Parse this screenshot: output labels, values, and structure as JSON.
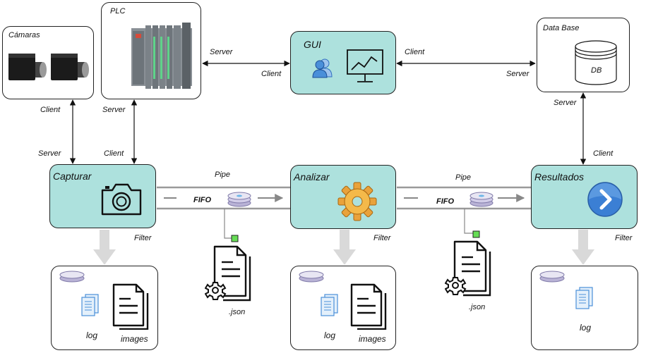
{
  "nodes": {
    "camaras": "Cámaras",
    "plc": "PLC",
    "gui": "GUI",
    "database": "Data Base",
    "db": "DB",
    "capturar": "Capturar",
    "analizar": "Analizar",
    "resultados": "Resultados"
  },
  "edges": {
    "cam_client": "Client",
    "cam_server": "Server",
    "plc_server": "Server",
    "plc_client": "Client",
    "plcgui_server": "Server",
    "plcgui_client": "Client",
    "guidb_client": "Client",
    "guidb_server": "Server",
    "db_server": "Server",
    "db_client": "Client",
    "pipe1": "Pipe",
    "pipe2": "Pipe",
    "fifo1": "FIFO",
    "fifo2": "FIFO",
    "filter1": "Filter",
    "filter2": "Filter",
    "filter3": "Filter"
  },
  "outputs": {
    "json1": ".json",
    "json2": ".json",
    "log1": "log",
    "images1": "images",
    "log2": "log",
    "images2": "images",
    "log3": "log"
  },
  "colors": {
    "node_fill": "#ade1dd",
    "pipe_gray": "#9a9a9a",
    "filter_arrow": "#d9d9d9",
    "green_marker": "#66dd55",
    "icon_blue": "#4a8fd9"
  }
}
